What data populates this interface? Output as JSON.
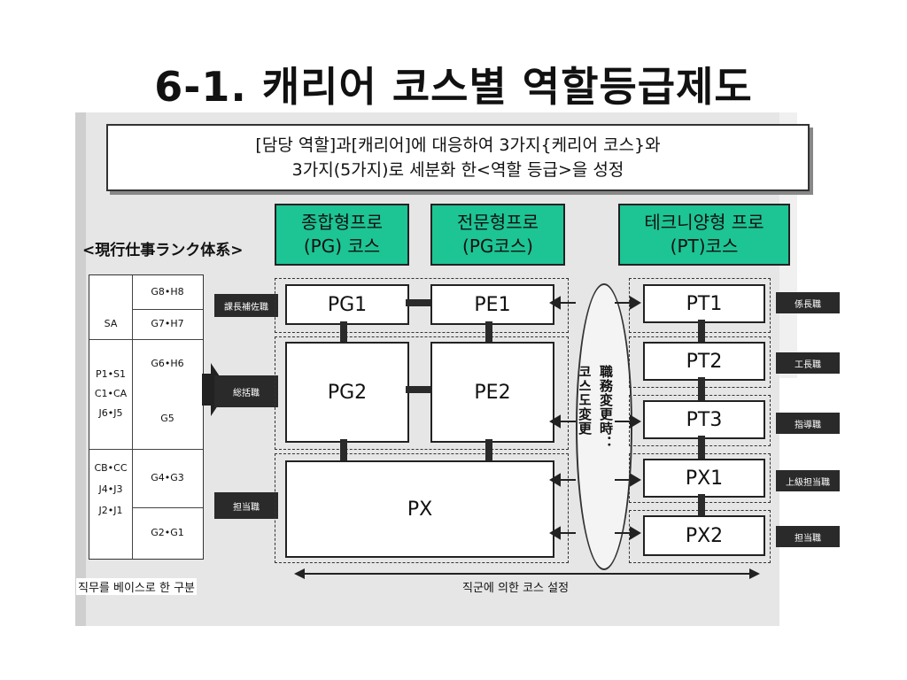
{
  "title": "6-1. 캐리어 코스별 역할등급제도",
  "intro": {
    "line1": "[담당 역할]과[캐리어]에 대응하여 3가지{케리어 코스}와",
    "line2": "3가지(5가지)로 세분화 한<역할 등급>을 성정"
  },
  "courses": [
    {
      "line1": "종합형프로",
      "line2": "(PG) 코스"
    },
    {
      "line1": "전문형프로",
      "line2": "(PG코스)"
    },
    {
      "line1": "테크니양형 프로",
      "line2": "(PT)코스"
    }
  ],
  "legend_title": "<現行仕事ランク体系>",
  "rank_table": {
    "left_cells": [
      "SA",
      "P1•S1\nC1•CA\nJ6•J5",
      "CB•CC\nJ4•J3\nJ2•J1"
    ],
    "right_cells": [
      "G8•H8",
      "G7•H7",
      "G6•H6",
      "G5",
      "G4•G3",
      "G2•G1"
    ]
  },
  "left_tags": [
    "課長補佐職",
    "総括職",
    "担当職"
  ],
  "boxes": {
    "pg1": "PG1",
    "pe1": "PE1",
    "pg2": "PG2",
    "pe2": "PE2",
    "px": "PX",
    "pt1": "PT1",
    "pt2": "PT2",
    "pt3": "PT3",
    "px1": "PX1",
    "px2": "PX2"
  },
  "oval": {
    "col1": "코스도変更",
    "col2": "職務変更時："
  },
  "right_tags": [
    "係長職",
    "工長職",
    "指導職",
    "上級担当職",
    "担当職"
  ],
  "footer": {
    "left": "직무를 베이스로 한 구분",
    "right": "직군에 의한 코스 설정"
  }
}
